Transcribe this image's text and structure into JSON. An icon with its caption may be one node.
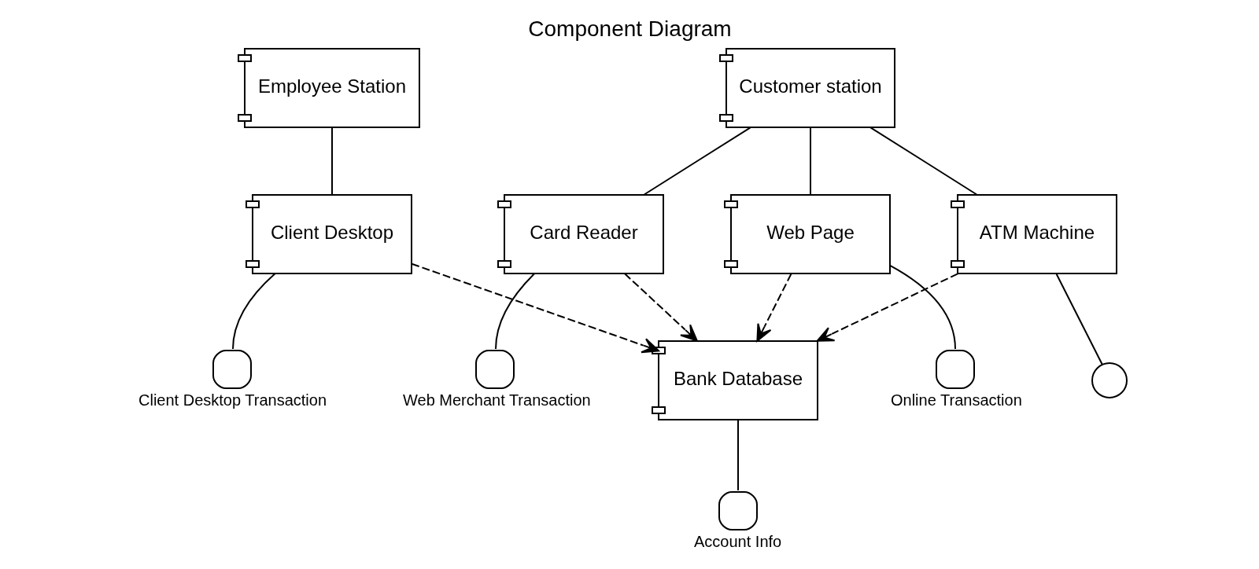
{
  "diagram": {
    "title": "Component Diagram",
    "nodes": [
      {
        "text": [
          "ATM Machine"
        ]
      },
      {
        "text": [
          "Employee Station"
        ]
      },
      {
        "text": [
          "Bank Database"
        ]
      },
      {
        "text": [
          "Customer station"
        ]
      },
      {
        "text": [
          "Client Desktop"
        ]
      },
      {
        "text": [
          "Card Reader"
        ]
      },
      {
        "text": [
          "Web Page"
        ]
      },
      {
        "text": [],
        "shape": "circle"
      },
      {
        "text": [
          "Account Info"
        ]
      },
      {
        "text": [
          "Web Merchant Transaction"
        ]
      },
      {
        "text": [
          "Online Transaction"
        ]
      },
      {
        "text": [
          "Client Desktop Transaction"
        ]
      }
    ],
    "edges": [
      {
        "from": 0,
        "to": 7,
        "arrow": "none"
      },
      {
        "from": 0,
        "to": 2,
        "arrow": "to",
        "style": "dashed"
      },
      {
        "from": 3,
        "to": 0,
        "arrow": "none"
      },
      {
        "from": 2,
        "to": 8,
        "arrow": "none"
      },
      {
        "from": 1,
        "to": 4,
        "arrow": "none"
      },
      {
        "from": 4,
        "to": 2,
        "arrow": "to",
        "style": "dashed"
      },
      {
        "from": 3,
        "to": 5,
        "arrow": "none"
      },
      {
        "from": 5,
        "to": 2,
        "arrow": "to",
        "style": "dashed"
      },
      {
        "from": 6,
        "to": 2,
        "arrow": "to",
        "style": "dashed"
      },
      {
        "from": 3,
        "to": 6,
        "arrow": "none"
      },
      {
        "from": 5,
        "to": 9,
        "arrow": "none"
      },
      {
        "from": 6,
        "to": 10,
        "arrow": "none"
      },
      {
        "from": 4,
        "to": 11,
        "arrow": "none"
      }
    ]
  }
}
